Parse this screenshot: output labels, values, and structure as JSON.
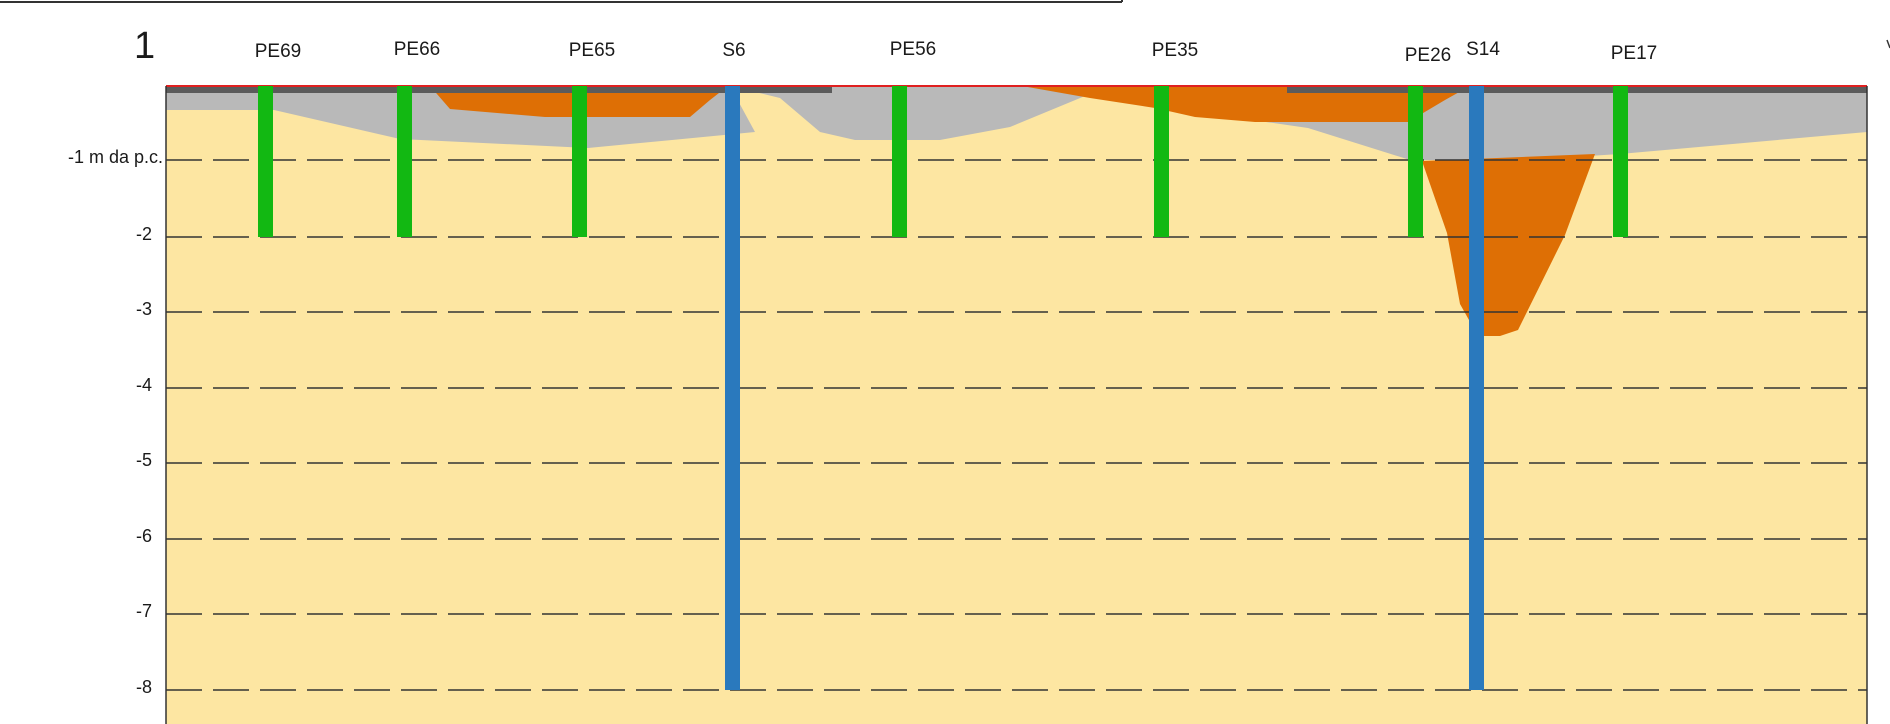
{
  "section": {
    "id": "1",
    "depth_unit_label": "-1 m da p.c."
  },
  "depth_axis": {
    "labels": [
      {
        "depth": 1,
        "text": "-1 m da p.c."
      },
      {
        "depth": 2,
        "text": "-2"
      },
      {
        "depth": 3,
        "text": "-3"
      },
      {
        "depth": 4,
        "text": "-4"
      },
      {
        "depth": 5,
        "text": "-5"
      },
      {
        "depth": 6,
        "text": "-6"
      },
      {
        "depth": 7,
        "text": "-7"
      },
      {
        "depth": 8,
        "text": "-8"
      }
    ]
  },
  "boreholes": [
    {
      "name": "PE69",
      "type": "shallow",
      "depth_m": 2,
      "color": "#12b812"
    },
    {
      "name": "PE66",
      "type": "shallow",
      "depth_m": 2,
      "color": "#12b812"
    },
    {
      "name": "PE65",
      "type": "shallow",
      "depth_m": 2,
      "color": "#12b812"
    },
    {
      "name": "S6",
      "type": "deep",
      "depth_m": 8,
      "color": "#2a79bd"
    },
    {
      "name": "PE56",
      "type": "shallow",
      "depth_m": 2,
      "color": "#12b812"
    },
    {
      "name": "PE35",
      "type": "shallow",
      "depth_m": 2,
      "color": "#12b812"
    },
    {
      "name": "PE26",
      "type": "shallow",
      "depth_m": 2,
      "color": "#12b812"
    },
    {
      "name": "S14",
      "type": "deep",
      "depth_m": 8,
      "color": "#2a79bd"
    },
    {
      "name": "PE17",
      "type": "shallow",
      "depth_m": 2,
      "color": "#12b812"
    }
  ],
  "colors": {
    "natural_soil": "#fde6a2",
    "fill_gray": "#b9b9b9",
    "contaminated_orange": "#de6f05",
    "pavement_dark": "#5b5b5b",
    "ground_line_red": "#e02020",
    "grid_dashes": "#333333"
  }
}
